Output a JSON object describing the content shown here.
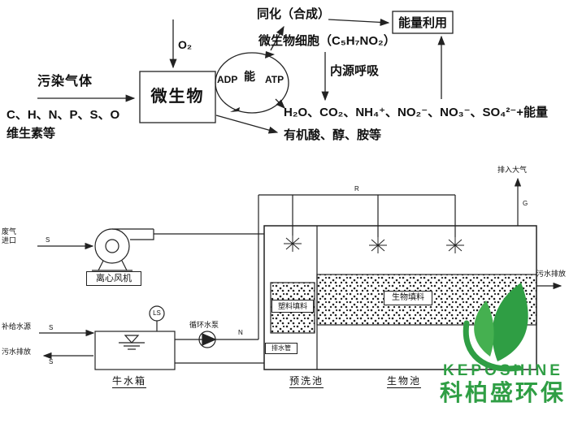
{
  "process_flow": {
    "o2": "O₂",
    "polluted_gas": "污染气体",
    "microbe": "微生物",
    "assimilation": "同化（合成）",
    "energy_utilization": "能量利用",
    "microbial_cells": "微生物细胞（C₅H₇NO₂）",
    "endogenous_respiration": "内源呼吸",
    "adp": "ADP",
    "energy_char": "能",
    "atp": "ATP",
    "elements": "C、H、N、P、S、O",
    "vitamins": "维生素等",
    "products": "H₂O、CO₂、NH₄⁺、NO₂⁻、NO₃⁻、SO₄²⁻+能量",
    "organics": "有机酸、醇、胺等"
  },
  "equipment": {
    "gas_inlet": "废气进口",
    "fan": "离心风机",
    "makeup_water": "补给水源",
    "sewage_discharge_left": "污水排放",
    "water_tank": "牛水箱",
    "level_switch": "LS",
    "circulation_pump": "循环水泵",
    "plastic_packing": "塑料填料",
    "bio_packing": "生物填料",
    "drain_pipe": "排水管",
    "prewash_tank": "预洗池",
    "bio_tank": "生物池",
    "exhaust": "排入大气",
    "sewage_discharge_right": "污水排放",
    "pipe_marks": {
      "inlet": "S",
      "makeup": "S",
      "drain": "S",
      "pump_line": "N",
      "manifold": "R",
      "stack": "G"
    }
  },
  "logo": {
    "name_en": "KEPOSHINE",
    "name_cn": "科柏盛环保",
    "brand_green": "#2f9e44"
  }
}
